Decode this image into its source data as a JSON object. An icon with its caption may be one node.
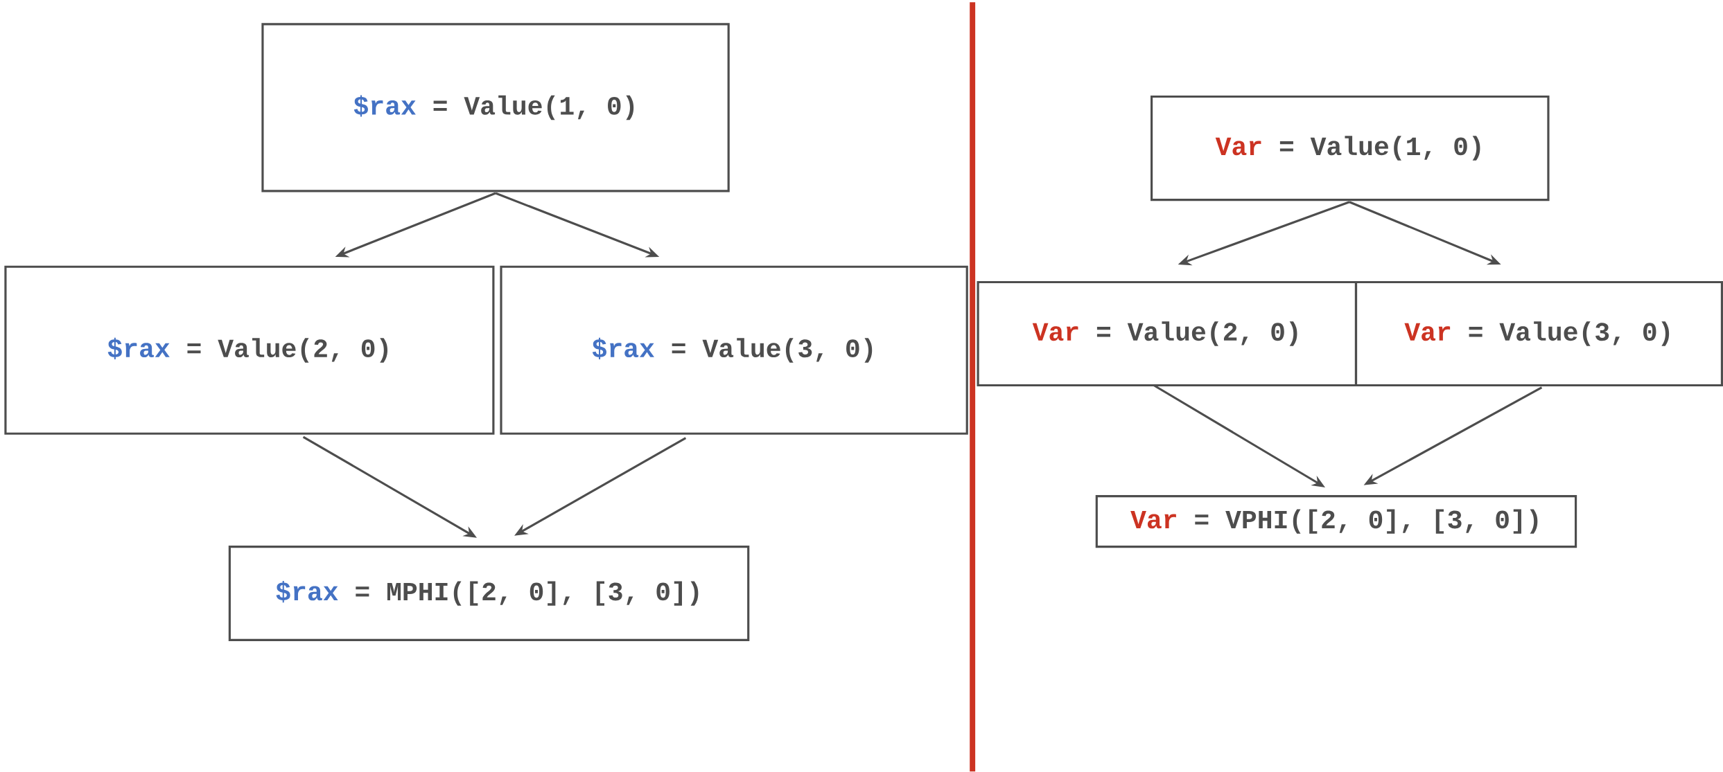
{
  "diagram": {
    "nodes": [
      {
        "text": [
          "$rax",
          "= Value(1, 0)"
        ]
      },
      {
        "text": [
          "$rax",
          "= Value(2, 0)"
        ]
      },
      {
        "text": [
          "$rax",
          "= Value(3, 0)"
        ]
      },
      {
        "text": [
          "$rax",
          "= MPHI([2, 0], [3, 0])"
        ]
      },
      {
        "text": [
          "Var",
          "= Value(1, 0)"
        ]
      },
      {
        "text": [
          "Var",
          "= Value(2, 0)"
        ]
      },
      {
        "text": [
          "Var",
          "= Value(3, 0)"
        ]
      },
      {
        "text": [
          "Var",
          "= VPHI([2, 0], [3, 0])"
        ]
      }
    ],
    "edges": [
      {
        "from": 0,
        "to": 1,
        "arrow": "to"
      },
      {
        "from": 0,
        "to": 2,
        "arrow": "to"
      },
      {
        "from": 1,
        "to": 3,
        "arrow": "to"
      },
      {
        "from": 2,
        "to": 3,
        "arrow": "to"
      },
      {
        "from": 4,
        "to": 5,
        "arrow": "to"
      },
      {
        "from": 4,
        "to": 6,
        "arrow": "to"
      },
      {
        "from": 5,
        "to": 7,
        "arrow": "to"
      },
      {
        "from": 6,
        "to": 7,
        "arrow": "to"
      }
    ]
  }
}
